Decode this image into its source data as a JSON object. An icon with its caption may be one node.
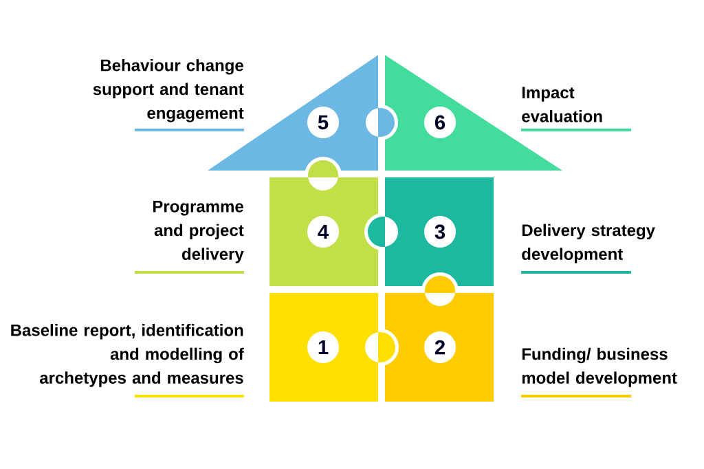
{
  "diagram": {
    "nodes": [
      {
        "text": [
          "5"
        ],
        "beside": [
          "Behaviour change support and tenant engagement"
        ]
      },
      {
        "text": [
          "6"
        ],
        "beside": [
          "Impact evaluation"
        ]
      },
      {
        "text": [
          "4"
        ],
        "beside": [
          "Programme and project delivery"
        ]
      },
      {
        "text": [
          "3"
        ],
        "beside": [
          "Delivery strategy development"
        ]
      },
      {
        "text": [
          "1"
        ],
        "beside": [
          "Baseline report, identification and modelling of archetypes and measures"
        ]
      },
      {
        "text": [
          "2"
        ],
        "beside": [
          "Funding/ business model development"
        ]
      }
    ]
  }
}
